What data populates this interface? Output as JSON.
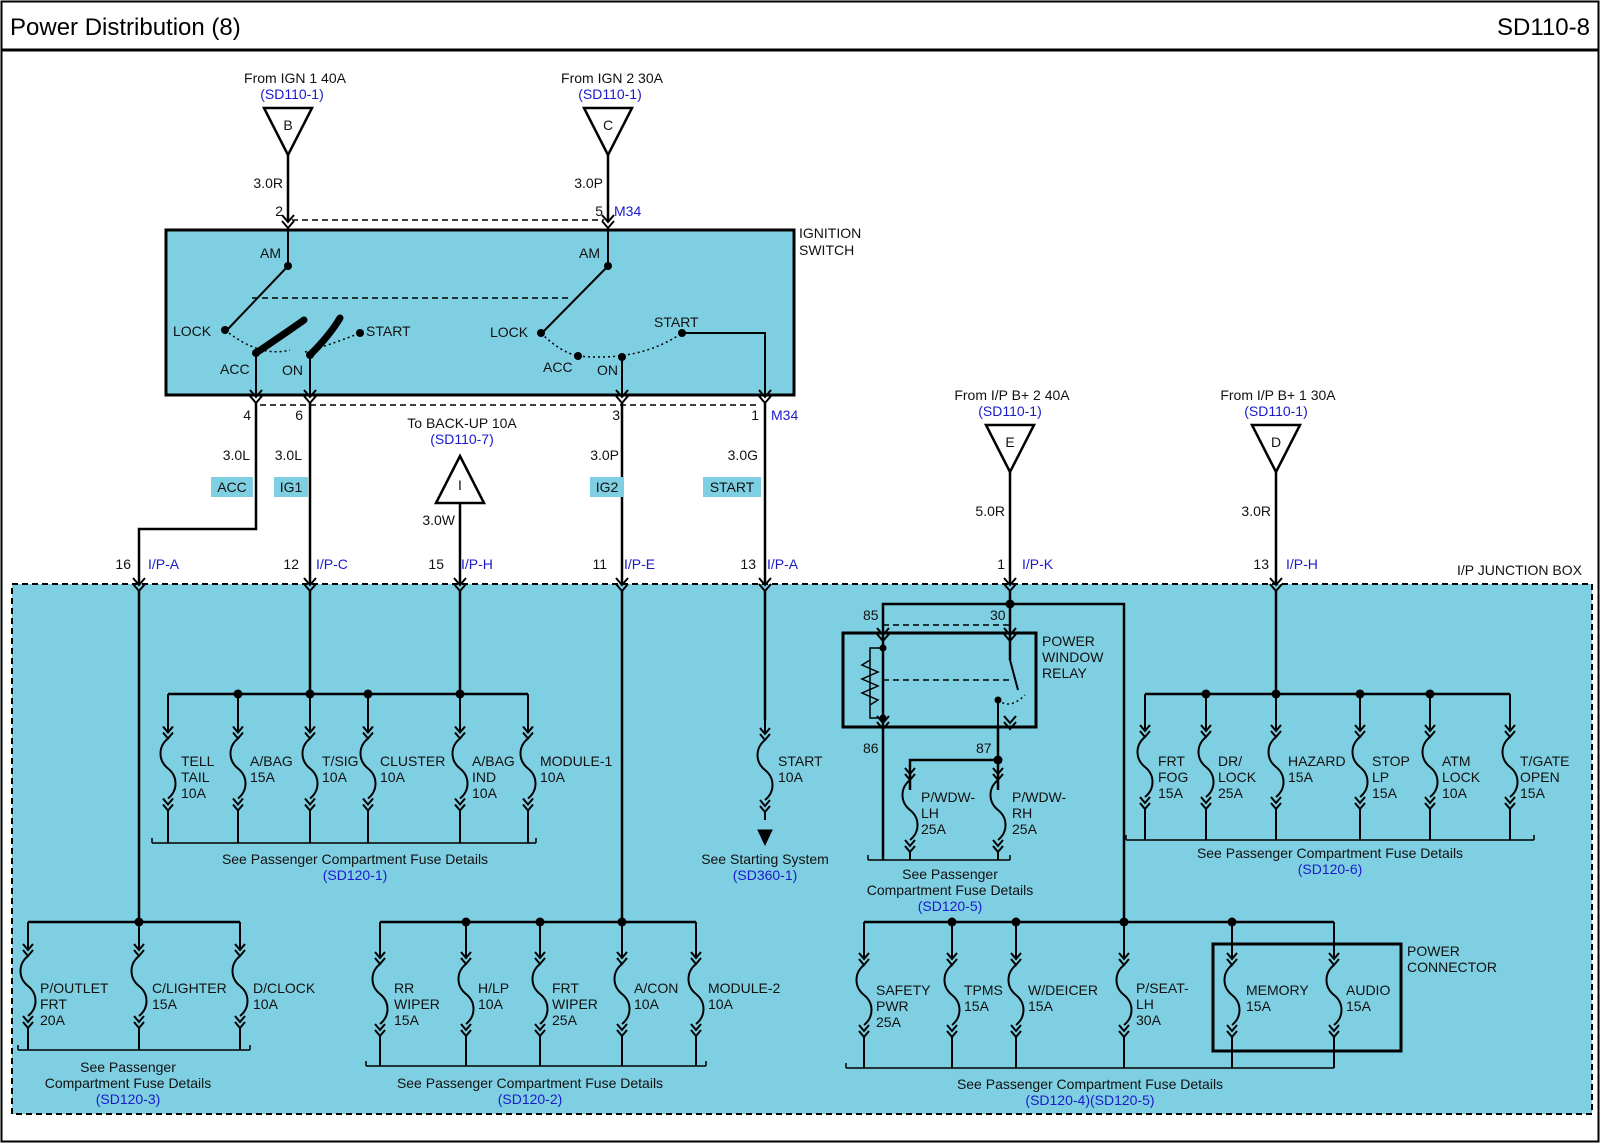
{
  "header": {
    "title": "Power Distribution (8)",
    "code": "SD110-8"
  },
  "colors": {
    "fill": "#7fcfe2",
    "line": "#000000",
    "ref": "#1a1acc",
    "wire_tag": "#7fcfe2"
  },
  "sources": [
    {
      "id": "B",
      "from": "From IGN 1 40A",
      "ref": "(SD110-1)",
      "wire": "3.0R",
      "pin": "2"
    },
    {
      "id": "C",
      "from": "From IGN 2 30A",
      "ref": "(SD110-1)",
      "wire": "3.0P",
      "pin": "5",
      "conn": "M34"
    },
    {
      "id": "E",
      "from": "From I/P B+ 2 40A",
      "ref": "(SD110-1)",
      "wire": "5.0R"
    },
    {
      "id": "D",
      "from": "From I/P B+ 1 30A",
      "ref": "(SD110-1)",
      "wire": "3.0R"
    },
    {
      "id": "I",
      "from": "To BACK-UP 10A",
      "ref": "(SD110-7)",
      "wire": "3.0W"
    }
  ],
  "ignition_switch": {
    "label_1": "IGNITION",
    "label_2": "SWITCH",
    "am_1": "AM",
    "am_2": "AM",
    "lock_1": "LOCK",
    "lock_2": "LOCK",
    "start_1": "START",
    "start_2": "START",
    "acc_1": "ACC",
    "acc_2": "ACC",
    "on_1": "ON",
    "on_2": "ON"
  },
  "switch_outputs": [
    {
      "pin": "4",
      "wire": "3.0L",
      "tag": "ACC"
    },
    {
      "pin": "6",
      "wire": "3.0L",
      "tag": "IG1"
    },
    {
      "pin": "3",
      "wire": "3.0P",
      "tag": "IG2"
    },
    {
      "pin": "1",
      "wire": "3.0G",
      "tag": "START",
      "conn": "M34"
    }
  ],
  "junction_box": {
    "label": "I/P JUNCTION BOX",
    "inputs": [
      {
        "pin": "16",
        "conn": "I/P-A"
      },
      {
        "pin": "12",
        "conn": "I/P-C"
      },
      {
        "pin": "15",
        "conn": "I/P-H"
      },
      {
        "pin": "11",
        "conn": "I/P-E"
      },
      {
        "pin": "13",
        "conn": "I/P-A"
      },
      {
        "pin": "1",
        "conn": "I/P-K"
      },
      {
        "pin": "13",
        "conn": "I/P-H"
      }
    ]
  },
  "relay": {
    "l1": "POWER",
    "l2": "WINDOW",
    "l3": "RELAY",
    "p85": "85",
    "p30": "30",
    "p86": "86",
    "p87": "87"
  },
  "power_connector": {
    "l1": "POWER",
    "l2": "CONNECTOR"
  },
  "fuses": [
    {
      "lines": [
        "TELL",
        "TAIL",
        "10A"
      ]
    },
    {
      "lines": [
        "A/BAG",
        "15A"
      ]
    },
    {
      "lines": [
        "T/SIG",
        "10A"
      ]
    },
    {
      "lines": [
        "CLUSTER",
        "10A"
      ]
    },
    {
      "lines": [
        "A/BAG",
        "IND",
        "10A"
      ]
    },
    {
      "lines": [
        "MODULE-1",
        "10A"
      ]
    },
    {
      "lines": [
        "START",
        "10A"
      ]
    },
    {
      "lines": [
        "P/WDW-",
        "LH",
        "25A"
      ]
    },
    {
      "lines": [
        "P/WDW-",
        "RH",
        "25A"
      ]
    },
    {
      "lines": [
        "FRT",
        "FOG",
        "15A"
      ]
    },
    {
      "lines": [
        "DR/",
        "LOCK",
        "25A"
      ]
    },
    {
      "lines": [
        "HAZARD",
        "15A"
      ]
    },
    {
      "lines": [
        "STOP",
        "LP",
        "15A"
      ]
    },
    {
      "lines": [
        "ATM",
        "LOCK",
        "10A"
      ]
    },
    {
      "lines": [
        "T/GATE",
        "OPEN",
        "15A"
      ]
    },
    {
      "lines": [
        "P/OUTLET",
        "FRT",
        "20A"
      ]
    },
    {
      "lines": [
        "C/LIGHTER",
        "15A"
      ]
    },
    {
      "lines": [
        "D/CLOCK",
        "10A"
      ]
    },
    {
      "lines": [
        "RR",
        "WIPER",
        "15A"
      ]
    },
    {
      "lines": [
        "H/LP",
        "10A"
      ]
    },
    {
      "lines": [
        "FRT",
        "WIPER",
        "25A"
      ]
    },
    {
      "lines": [
        "A/CON",
        "10A"
      ]
    },
    {
      "lines": [
        "MODULE-2",
        "10A"
      ]
    },
    {
      "lines": [
        "SAFETY",
        "PWR",
        "25A"
      ]
    },
    {
      "lines": [
        "TPMS",
        "15A"
      ]
    },
    {
      "lines": [
        "W/DEICER",
        "15A"
      ]
    },
    {
      "lines": [
        "P/SEAT-",
        "LH",
        "30A"
      ]
    },
    {
      "lines": [
        "MEMORY",
        "15A"
      ]
    },
    {
      "lines": [
        "AUDIO",
        "15A"
      ]
    }
  ],
  "notes": [
    {
      "lines": [
        "See Passenger Compartment Fuse Details"
      ],
      "ref": "(SD120-1)"
    },
    {
      "lines": [
        "See Starting System"
      ],
      "ref": "(SD360-1)"
    },
    {
      "lines": [
        "See Passenger",
        "Compartment Fuse Details"
      ],
      "ref": "(SD120-5)"
    },
    {
      "lines": [
        "See Passenger Compartment Fuse Details"
      ],
      "ref": "(SD120-6)"
    },
    {
      "lines": [
        "See Passenger",
        "Compartment Fuse Details"
      ],
      "ref": "(SD120-3)"
    },
    {
      "lines": [
        "See Passenger Compartment Fuse Details"
      ],
      "ref": "(SD120-2)"
    },
    {
      "lines": [
        "See Passenger Compartment Fuse Details"
      ],
      "ref": "(SD120-4)(SD120-5)"
    }
  ]
}
